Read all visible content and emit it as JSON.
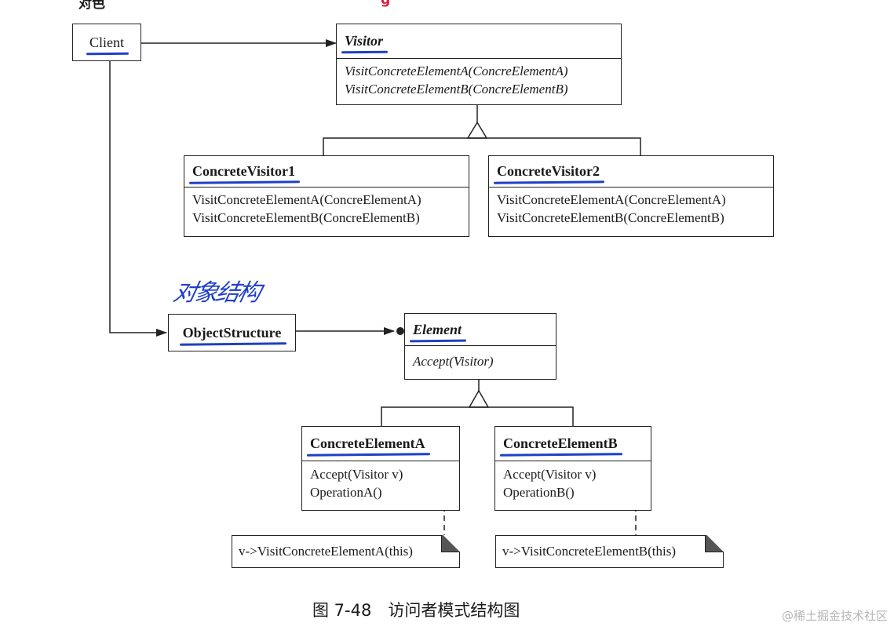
{
  "diagram": {
    "top_fragment_left": "对色",
    "top_fragment_red": "g",
    "client": {
      "name": "Client"
    },
    "visitor": {
      "name": "Visitor",
      "operations": [
        "VisitConcreteElementA(ConcreElementA)",
        "VisitConcreteElementB(ConcreElementB)"
      ]
    },
    "concrete_visitor_1": {
      "name": "ConcreteVisitor1",
      "operations": [
        "VisitConcreteElementA(ConcreElementA)",
        "VisitConcreteElementB(ConcreElementB)"
      ]
    },
    "concrete_visitor_2": {
      "name": "ConcreteVisitor2",
      "operations": [
        "VisitConcreteElementA(ConcreElementA)",
        "VisitConcreteElementB(ConcreElementB)"
      ]
    },
    "handwritten_note": "对象结构",
    "object_structure": {
      "name": "ObjectStructure"
    },
    "element": {
      "name": "Element",
      "operations": [
        "Accept(Visitor)"
      ]
    },
    "concrete_element_a": {
      "name": "ConcreteElementA",
      "operations": [
        "Accept(Visitor v)",
        "OperationA()"
      ],
      "note": "v->VisitConcreteElementA(this)"
    },
    "concrete_element_b": {
      "name": "ConcreteElementB",
      "operations": [
        "Accept(Visitor v)",
        "OperationB()"
      ],
      "note": "v->VisitConcreteElementB(this)"
    },
    "caption": "图 7-48　访问者模式结构图",
    "watermark": "@稀土掘金技术社区",
    "colors": {
      "ink": "#222222",
      "handwriting": "#1f3fc8",
      "watermark": "#b5b5b5"
    }
  }
}
